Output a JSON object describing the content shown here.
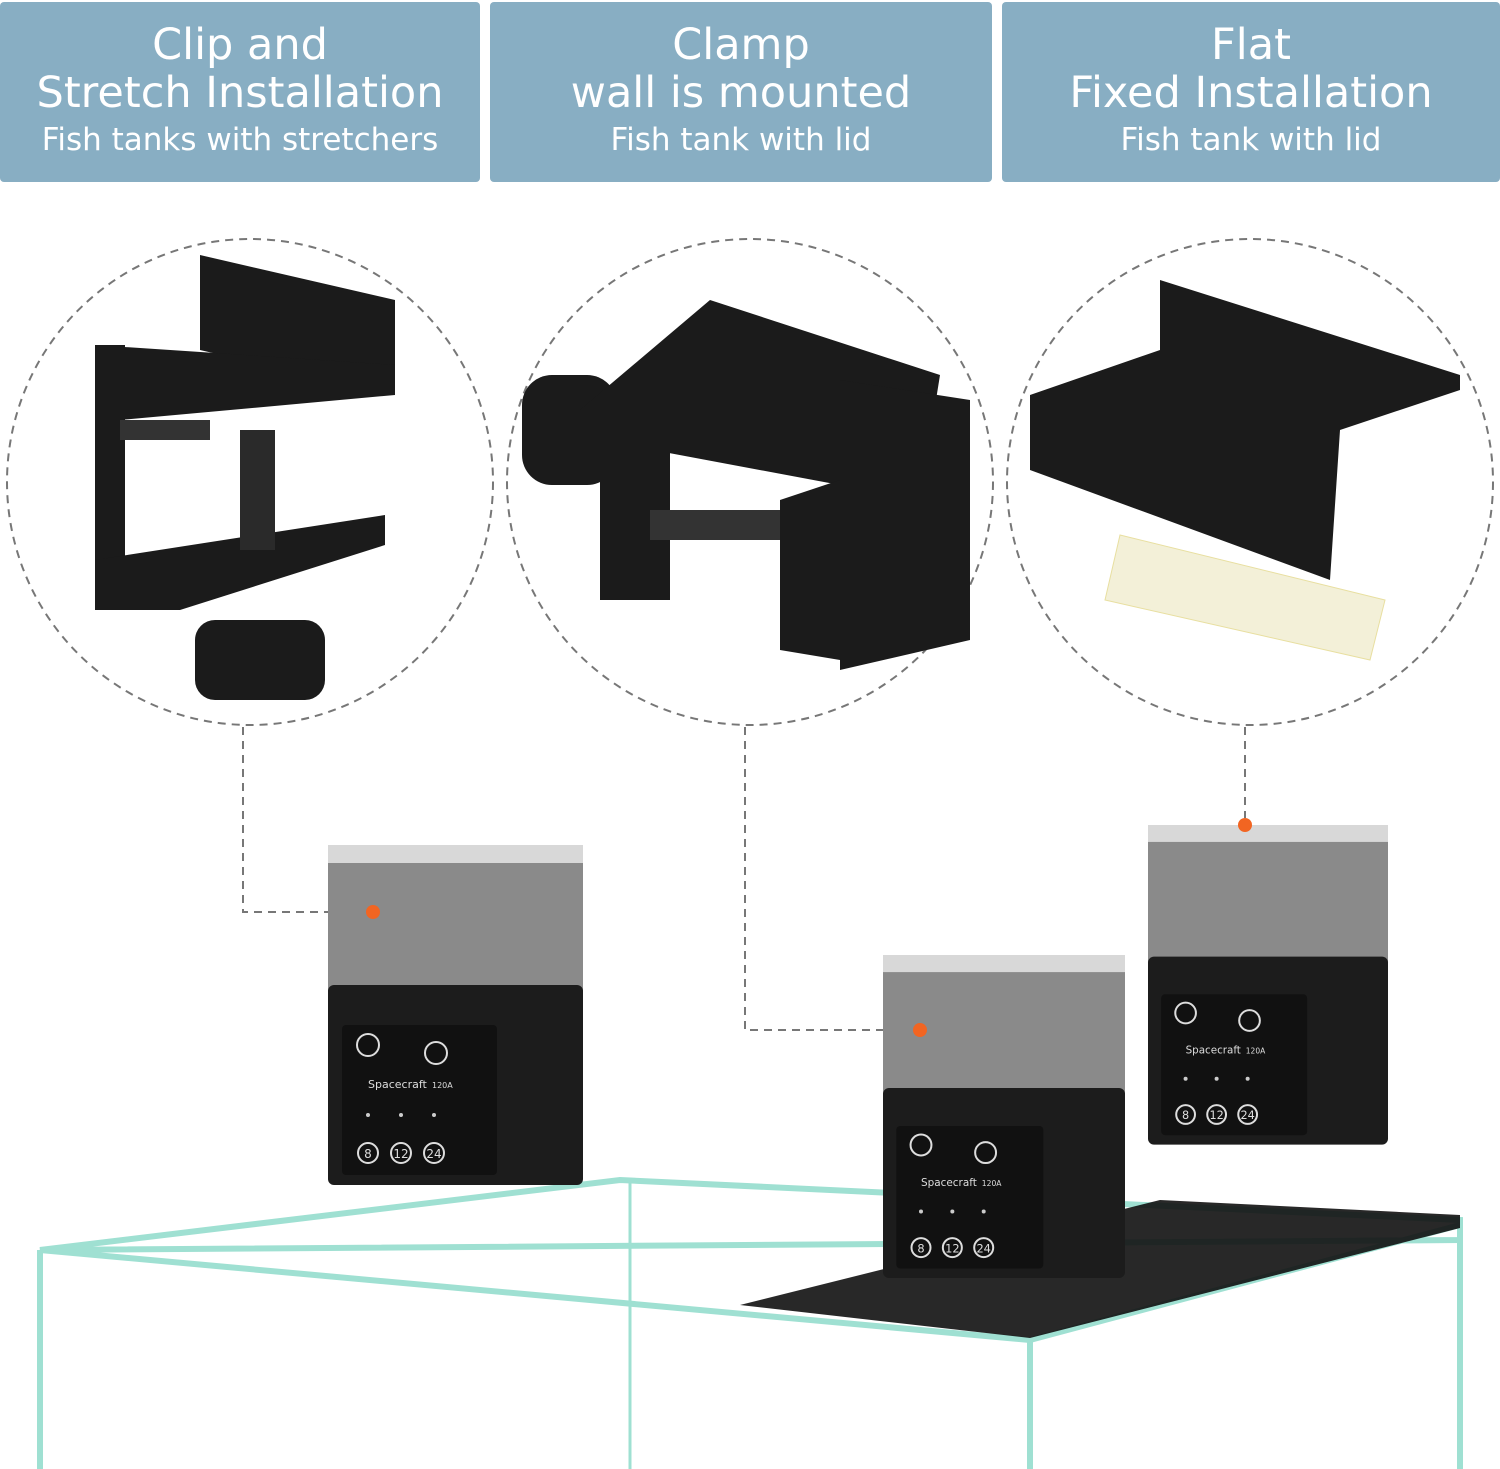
{
  "panels": [
    {
      "line1": "Clip and",
      "line2": "Stretch Installation",
      "line3": "Fish tanks with stretchers"
    },
    {
      "line1": "Clamp",
      "line2": "wall is mounted",
      "line3": "Fish tank with lid"
    },
    {
      "line1": "Flat",
      "line2": "Fixed Installation",
      "line3": "Fish tank with lid"
    }
  ],
  "feeder": {
    "brand": "Spacecraft",
    "model": "120A",
    "buttons": [
      "8",
      "12",
      "24"
    ]
  },
  "colors": {
    "panel": "#88aec3",
    "marker": "#f26522",
    "glass": "#9fe0d2",
    "device": "#1c1c1c"
  }
}
